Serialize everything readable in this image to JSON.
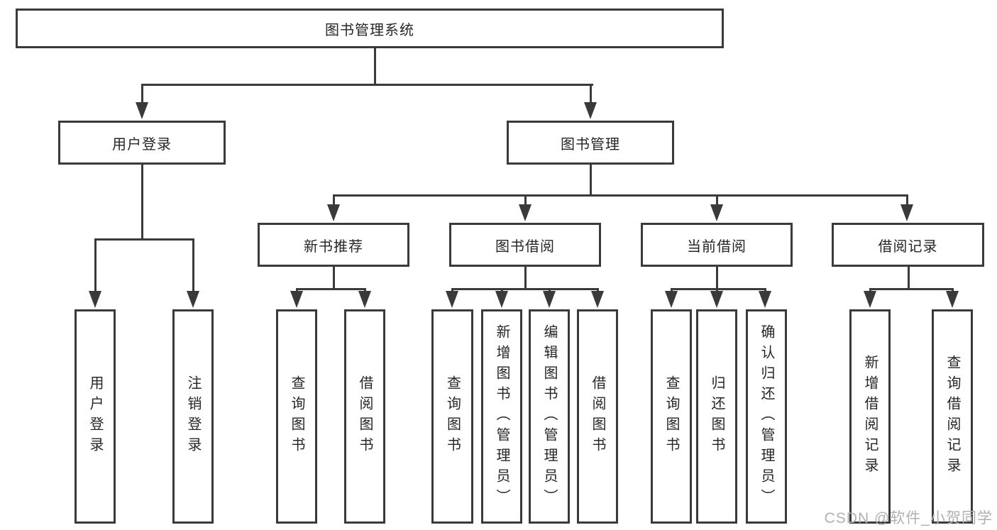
{
  "diagram": {
    "type": "hierarchy",
    "colors": {
      "line": "#3a3a3a",
      "text": "#262626",
      "background": "#ffffff",
      "watermark": "#b0b0b0"
    },
    "nodes": {
      "root": "图书管理系统",
      "user_login": "用户登录",
      "book_mgmt": "图书管理",
      "new_book_rec": "新书推荐",
      "book_borrow": "图书借阅",
      "current_borrow": "当前借阅",
      "borrow_record": "借阅记录",
      "ul_user_login": "用户登录",
      "ul_logout": "注销登录",
      "nbr_query_book": "查询图书",
      "nbr_borrow_book": "借阅图书",
      "bb_query_book": "查询图书",
      "bb_add_book": "新增图书（管理员）",
      "bb_edit_book": "编辑图书（管理员）",
      "bb_borrow_book": "借阅图书",
      "cb_query_book": "查询图书",
      "cb_return_book": "归还图书",
      "cb_confirm_return": "确认归还（管理员）",
      "br_add_record": "新增借阅记录",
      "br_query_record": "查询借阅记录"
    },
    "edges": [
      [
        "图书管理系统",
        "用户登录"
      ],
      [
        "图书管理系统",
        "图书管理"
      ],
      [
        "用户登录",
        "用户登录"
      ],
      [
        "用户登录",
        "注销登录"
      ],
      [
        "图书管理",
        "新书推荐"
      ],
      [
        "图书管理",
        "图书借阅"
      ],
      [
        "图书管理",
        "当前借阅"
      ],
      [
        "图书管理",
        "借阅记录"
      ],
      [
        "新书推荐",
        "查询图书"
      ],
      [
        "新书推荐",
        "借阅图书"
      ],
      [
        "图书借阅",
        "查询图书"
      ],
      [
        "图书借阅",
        "新增图书（管理员）"
      ],
      [
        "图书借阅",
        "编辑图书（管理员）"
      ],
      [
        "图书借阅",
        "借阅图书"
      ],
      [
        "当前借阅",
        "查询图书"
      ],
      [
        "当前借阅",
        "归还图书"
      ],
      [
        "当前借阅",
        "确认归还（管理员）"
      ],
      [
        "借阅记录",
        "新增借阅记录"
      ],
      [
        "借阅记录",
        "查询借阅记录"
      ]
    ]
  },
  "watermark": "CSDN @软件_小贺同学"
}
